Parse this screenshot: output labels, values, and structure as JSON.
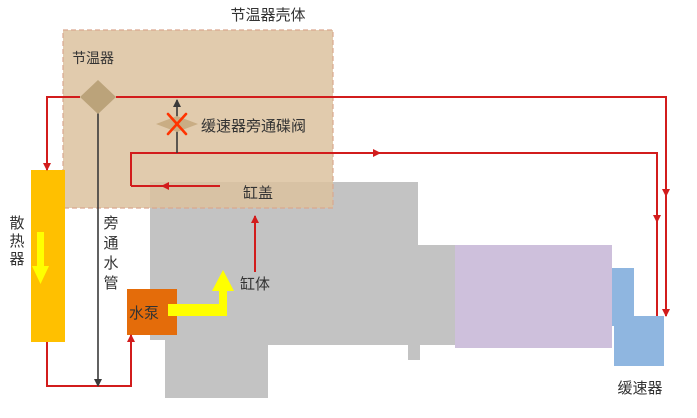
{
  "labels": {
    "housing_title": "节温器壳体",
    "thermostat": "节温器",
    "retarder_bypass_valve": "缓速器旁通碟阀",
    "cylinder_head": "缸盖",
    "radiator": "散热器",
    "bypass_pipe": "旁通水管",
    "water_pump": "水泵",
    "cylinder_block": "缸体",
    "retarder": "缓速器"
  },
  "colors": {
    "housing_fill": "#dcc29f",
    "housing_border": "#d9a88f",
    "engine_gray": "#c3c3c3",
    "gearbox_lilac": "#cec0dc",
    "retarder_blue": "#8fb6e0",
    "radiator_orange": "#ffc000",
    "radiator_arrow": "#ffff00",
    "pump_orange": "#e46c0a",
    "pump_arrow": "#ffff00",
    "flow_red": "#d21c1c",
    "bypass_dark": "#3a3a3a",
    "thermostat_tan": "#bba37a",
    "valve_x_red": "#ff3300"
  }
}
